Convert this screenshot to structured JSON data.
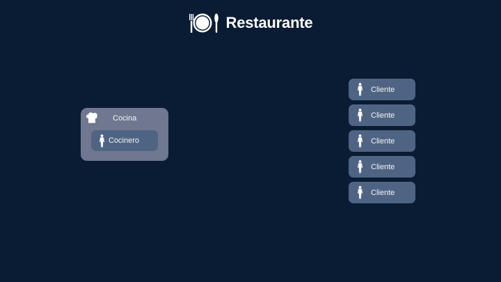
{
  "header": {
    "title": "Restaurante",
    "logo_icon": "plate-cutlery-icon"
  },
  "kitchen": {
    "label": "Cocina",
    "icon": "chef-hat-icon",
    "staff": [
      {
        "label": "Cocinero",
        "icon": "person-icon"
      }
    ]
  },
  "customers": [
    {
      "label": "Cliente",
      "icon": "person-icon"
    },
    {
      "label": "Cliente",
      "icon": "person-icon"
    },
    {
      "label": "Cliente",
      "icon": "person-icon"
    },
    {
      "label": "Cliente",
      "icon": "person-icon"
    },
    {
      "label": "Cliente",
      "icon": "person-icon"
    }
  ],
  "colors": {
    "background": "#0a1c33",
    "kitchen_panel": "#6f7890",
    "card": "#4f6483",
    "text": "#ffffff"
  }
}
